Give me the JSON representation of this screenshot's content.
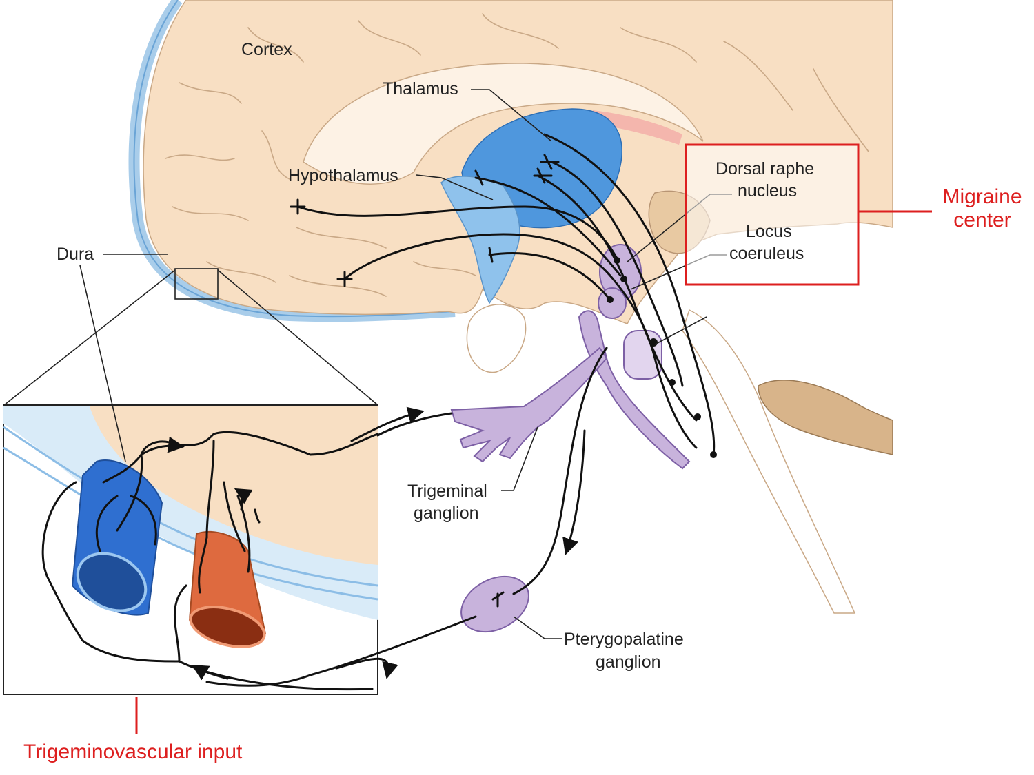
{
  "labels": {
    "cortex": "Cortex",
    "thalamus": "Thalamus",
    "hypothalamus": "Hypothalamus",
    "dura": "Dura",
    "dorsal_raphe_line1": "Dorsal raphe",
    "dorsal_raphe_line2": "nucleus",
    "locus_line1": "Locus",
    "locus_line2": "coeruleus",
    "trigeminal_line1": "Trigeminal",
    "trigeminal_line2": "ganglion",
    "ptery_line1": "Pterygopalatine",
    "ptery_line2": "ganglion"
  },
  "callouts": {
    "migraine_line1": "Migraine",
    "migraine_line2": "center",
    "trigeminovascular": "Trigeminovascular input"
  },
  "colors": {
    "brain_tissue": "#f8dfc3",
    "meninges": "#a9cdea",
    "thalamus": "#4f97dd",
    "hypothalamus": "#8fc2ec",
    "brainstem_nuclei": "#c8b3dc",
    "vein": "#2f6fd0",
    "artery": "#de6a3f",
    "callout_red": "#dd1f1f",
    "nerve": "#111111"
  }
}
